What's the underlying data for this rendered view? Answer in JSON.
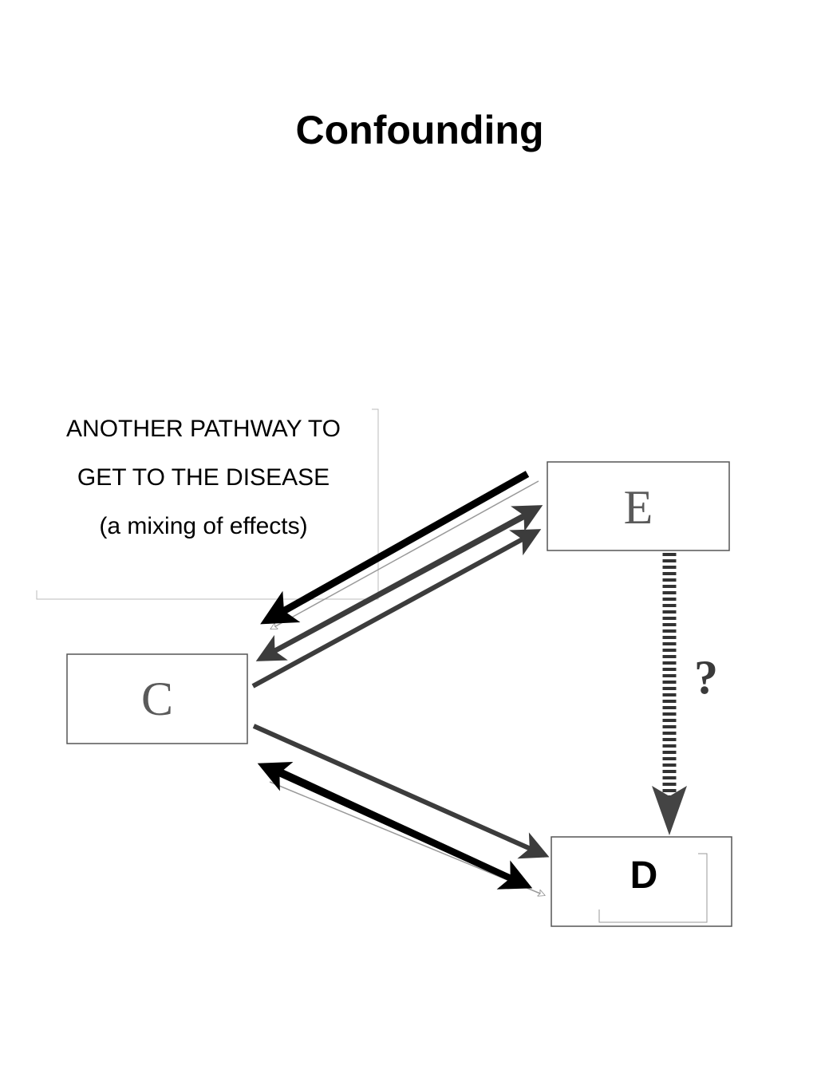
{
  "slide": {
    "title": "Confounding",
    "caption_lines": [
      "ANOTHER PATHWAY TO",
      "GET TO THE DISEASE",
      "(a mixing of effects)"
    ]
  },
  "diagram": {
    "nodes": {
      "exposure": "E",
      "confounder": "C",
      "disease": "D"
    },
    "question_mark": "?"
  }
}
